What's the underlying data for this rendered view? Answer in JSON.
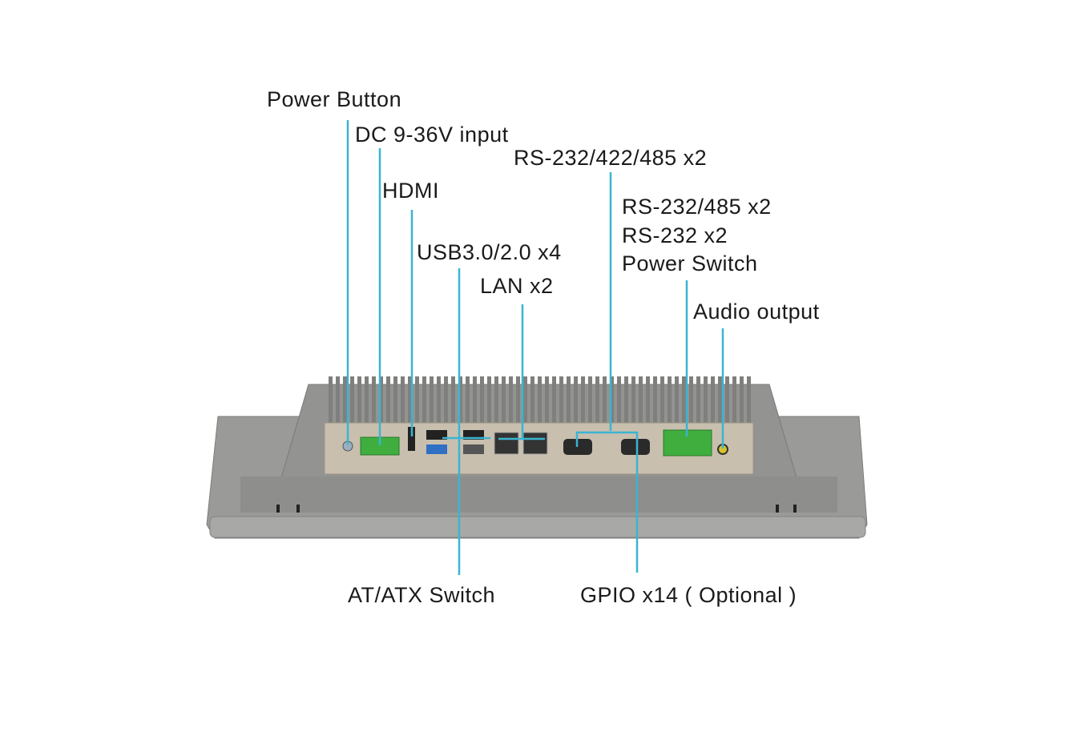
{
  "labels": {
    "power_button": "Power Button",
    "dc_input": "DC 9-36V input",
    "hdmi": "HDMI",
    "usb": "USB3.0/2.0 x4",
    "lan": "LAN x2",
    "rs232_422_485": "RS-232/422/485 x2",
    "rs232_485": "RS-232/485 x2",
    "rs232": "RS-232 x2",
    "power_switch": "Power Switch",
    "audio_output": "Audio output",
    "at_atx_switch": "AT/ATX Switch",
    "gpio": "GPIO x14 ( Optional )"
  },
  "colors": {
    "callout_line": "#3ab5d2",
    "chassis": "#8e8e8c",
    "port_panel": "#c9bfae",
    "terminal_green": "#3fae3f"
  }
}
